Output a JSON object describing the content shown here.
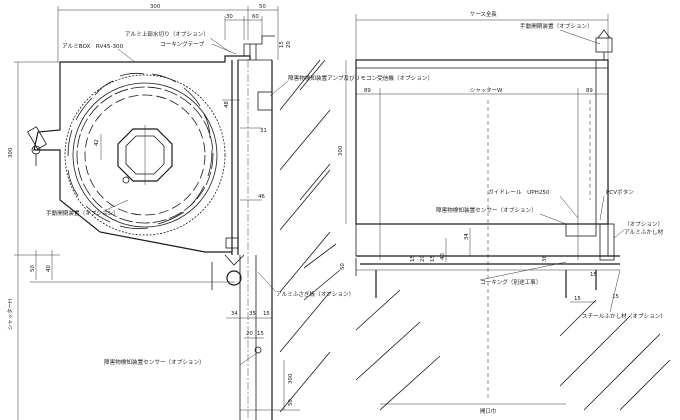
{
  "left_view": {
    "dimensions": {
      "d_300": "300",
      "d_50": "50",
      "d_30": "30",
      "d_15": "15",
      "d_60_top": "60",
      "d_20_top": "20",
      "d_42": "42",
      "d_46": "46",
      "d_31": "31",
      "d_48": "48",
      "d_300_vert": "300",
      "d_50_left": "50",
      "d_40_left": "40",
      "d_34": "34",
      "d_35": "35",
      "d_15b": "15",
      "d_20": "20",
      "d_300_bottom": "300",
      "d_50_bottom": "50",
      "d_15_side": "15"
    },
    "labels": {
      "aluminum_drain": "アルミ上部水切り（オプション）",
      "caulking_tape": "コーキングテープ",
      "aluminum_box": "アルミBOX　RV45-300",
      "obstacle_amp": "障害物検知装置アンプ及びリモコン受信機（オプション）",
      "manual_device": "手動開閉装置（オプション）",
      "aluminum_cover": "アルミふさぎ板（オプション）",
      "obstacle_sensor": "障害物検知装置センサー（オプション）",
      "shutter_h": "シャッターH"
    }
  },
  "right_view": {
    "dimensions": {
      "case_width": "ケース全長",
      "d_89_left": "89",
      "d_89_right": "89",
      "shutter_w": "シャッターW",
      "d_300": "300",
      "d_34": "34",
      "d_40": "40",
      "d_50": "50",
      "d_15": "15",
      "d_20": "20",
      "d_15b": "15",
      "d_36": "36",
      "d_15c": "15",
      "d_15d": "15",
      "d_15e": "15",
      "opening_width": "開口巾"
    },
    "labels": {
      "manual_device": "手動開閉装置（オプション）",
      "guide_rail": "ガイドレール　UPH250",
      "pcv_button": "PCVボタン",
      "obstacle_sensor": "障害物検知装置センサー（オプション）",
      "aluminum_flash_opt": "（オプション）",
      "aluminum_flash": "アルミふかし材",
      "caulking": "コーキング（別途工事）",
      "steel_flash": "スチールふかし材（オプション）"
    }
  }
}
